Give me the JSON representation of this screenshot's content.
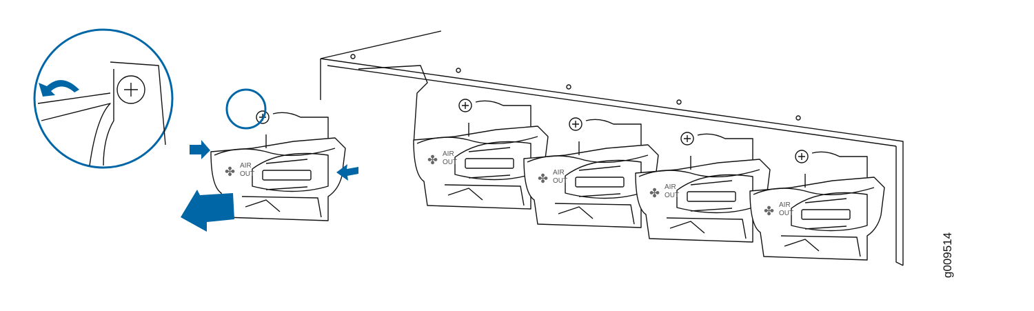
{
  "figure_id": "g009514",
  "modules": [
    {
      "label_line1": "AIR",
      "label_line2": "OUT"
    },
    {
      "label_line1": "AIR",
      "label_line2": "OUT"
    },
    {
      "label_line1": "AIR",
      "label_line2": "OUT"
    },
    {
      "label_line1": "AIR",
      "label_line2": "OUT"
    },
    {
      "label_line1": "AIR",
      "label_line2": "OUT"
    }
  ],
  "colors": {
    "accent": "#0066a6",
    "line": "#111111"
  }
}
